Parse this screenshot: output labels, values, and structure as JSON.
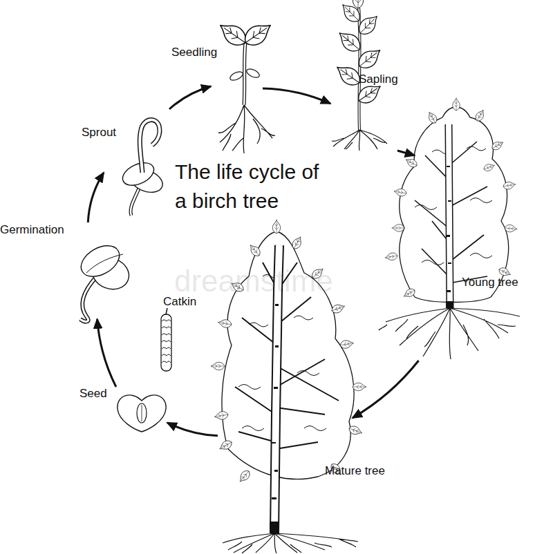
{
  "diagram": {
    "title": "The life cycle of a birch tree",
    "nodes": [
      {
        "text": [
          "Seedling"
        ]
      },
      {
        "text": [
          "Sapling"
        ]
      },
      {
        "text": [
          "Young tree"
        ]
      },
      {
        "text": [
          "Mature tree"
        ]
      },
      {
        "text": [
          "Seed"
        ]
      },
      {
        "text": [
          "Germination"
        ]
      },
      {
        "text": [
          "Sprout"
        ]
      }
    ],
    "edges": [
      {
        "from": 0,
        "to": 1,
        "arrow": "to"
      },
      {
        "from": 1,
        "to": 2,
        "arrow": "to"
      },
      {
        "from": 2,
        "to": 3,
        "arrow": "to"
      },
      {
        "from": 3,
        "to": 4,
        "arrow": "to"
      },
      {
        "from": 4,
        "to": 5,
        "arrow": "to"
      },
      {
        "from": 5,
        "to": 6,
        "arrow": "to"
      },
      {
        "from": 6,
        "to": 0,
        "arrow": "to"
      }
    ],
    "labels": [
      "Catkin",
      "dreamstime"
    ]
  }
}
